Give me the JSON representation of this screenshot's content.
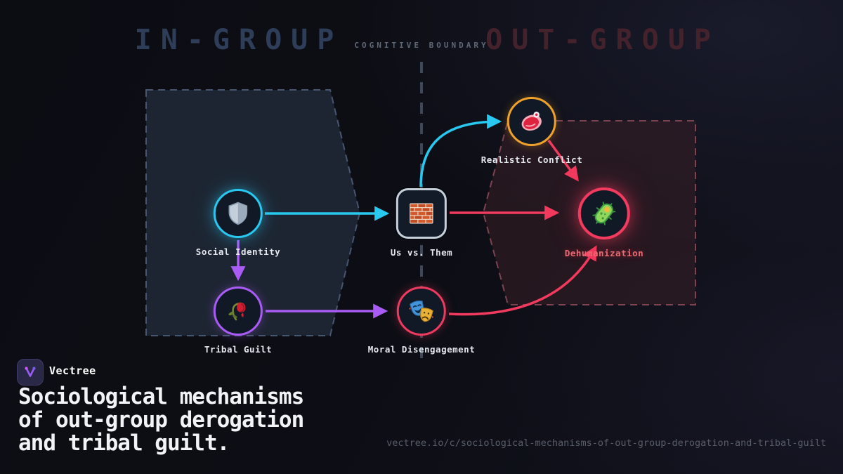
{
  "meta": {
    "brand": "Vectree",
    "url": "vectree.io/c/sociological-mechanisms-of-out-group-derogation-and-tribal-guilt"
  },
  "title": {
    "line1": "Sociological mechanisms",
    "line2": "of out-group derogation",
    "line3": "and tribal guilt."
  },
  "regions": {
    "in_group": {
      "label": "IN-GROUP",
      "color": "#2e3d58"
    },
    "out_group": {
      "label": "OUT-GROUP",
      "color": "#44222b"
    },
    "boundary": {
      "label": "COGNITIVE BOUNDARY",
      "color": "#5d6878"
    }
  },
  "nodes": {
    "social_identity": {
      "label": "Social Identity",
      "icon": "shield-icon",
      "accent": "#29c8f0",
      "region": "in-group"
    },
    "tribal_guilt": {
      "label": "Tribal Guilt",
      "icon": "wilted-rose-icon",
      "accent": "#a95cf5",
      "region": "in-group"
    },
    "us_vs_them": {
      "label": "Us vs. Them",
      "icon": "brick-wall-icon",
      "accent": "#c6d0db",
      "region": "boundary"
    },
    "realistic_conflict": {
      "label": "Realistic Conflict",
      "icon": "meat-icon",
      "accent": "#eea22b",
      "region": "out-group"
    },
    "dehumanization": {
      "label": "Dehumanization",
      "icon": "microbe-icon",
      "accent": "#f43a5e",
      "region": "out-group"
    },
    "moral_disengagement": {
      "label": "Moral Disengagement",
      "icon": "theater-masks-icon",
      "accent": "#ef3a5f",
      "region": "boundary"
    }
  },
  "edges": [
    {
      "from": "social_identity",
      "to": "us_vs_them",
      "color": "#29c8f0"
    },
    {
      "from": "us_vs_them",
      "to": "realistic_conflict",
      "color": "#29c8f0"
    },
    {
      "from": "us_vs_them",
      "to": "dehumanization",
      "color": "#f23a5e"
    },
    {
      "from": "realistic_conflict",
      "to": "dehumanization",
      "color": "#f23a5e"
    },
    {
      "from": "moral_disengagement",
      "to": "dehumanization",
      "color": "#f23a5e"
    },
    {
      "from": "social_identity",
      "to": "tribal_guilt",
      "color": "#a95cf5"
    },
    {
      "from": "tribal_guilt",
      "to": "moral_disengagement",
      "color": "#a95cf5"
    }
  ],
  "colors": {
    "cyan": "#29c8f0",
    "purple": "#a95cf5",
    "pink": "#f23a5e",
    "orange": "#eea22b",
    "background": "#0d0e15",
    "in_group_fill": "#202735",
    "out_group_fill": "#381f26",
    "boundary_line": "#495363"
  }
}
